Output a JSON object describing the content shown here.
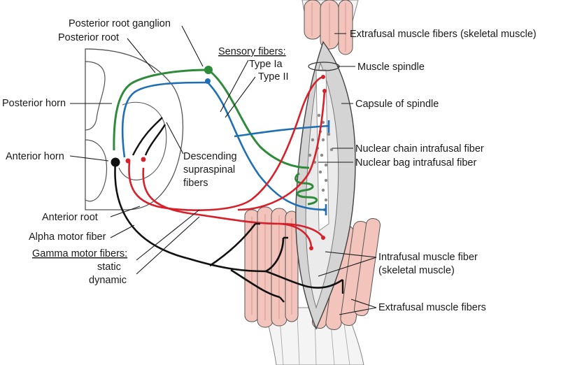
{
  "labels": {
    "posterior_root_ganglion": "Posterior root ganglion",
    "posterior_root": "Posterior root",
    "posterior_horn": "Posterior horn",
    "anterior_horn": "Anterior horn",
    "anterior_root": "Anterior root",
    "alpha_motor_fiber": "Alpha motor fiber",
    "gamma_motor_fibers": "Gamma motor fibers:",
    "gamma_static": "static",
    "gamma_dynamic": "dynamic",
    "descending_supraspinal_line1": "Descending",
    "descending_supraspinal_line2": "supraspinal",
    "descending_supraspinal_line3": "fibers",
    "sensory_fibers": "Sensory fibers:",
    "type_ia": "Type Ia",
    "type_ii": "Type II",
    "extrafusal_skeletal": "Extrafusal muscle fibers (skeletal muscle)",
    "muscle_spindle": "Muscle spindle",
    "capsule_of_spindle": "Capsule of spindle",
    "nuclear_chain": "Nuclear chain intrafusal fiber",
    "nuclear_bag": "Nuclear bag intrafusal fiber",
    "intrafusal_line1": "Intrafusal muscle fiber",
    "intrafusal_line2": "(skeletal muscle)",
    "extrafusal_fibers": "Extrafusal muscle fibers"
  },
  "colors": {
    "sensory_ia": "#1f6fb5",
    "sensory_ii": "#2e8b3a",
    "gamma_motor": "#d8202a",
    "alpha_motor": "#111111",
    "muscle_pink": "#f2c4bc",
    "spindle_gray": "#c9c9c9"
  }
}
